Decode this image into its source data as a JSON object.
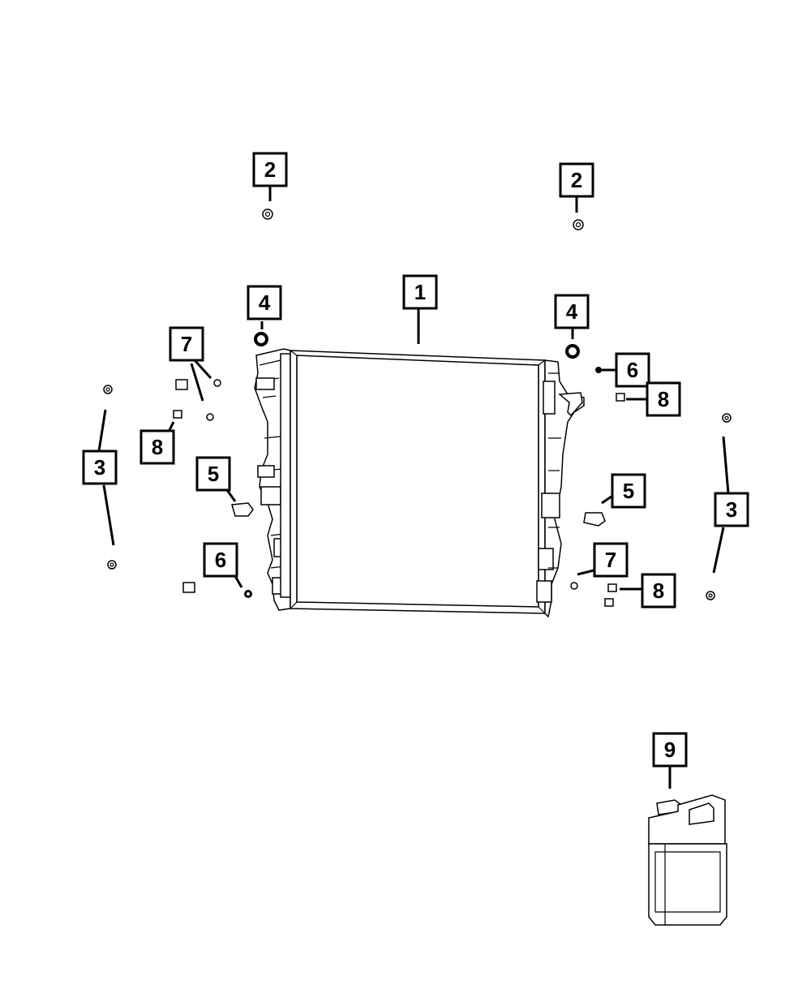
{
  "diagram": {
    "callouts": [
      "1",
      "2",
      "2",
      "3",
      "3",
      "4",
      "4",
      "5",
      "5",
      "6",
      "6",
      "7",
      "7",
      "8",
      "8",
      "8",
      "9"
    ],
    "colors": {
      "line": "#000000",
      "background": "#ffffff"
    }
  }
}
